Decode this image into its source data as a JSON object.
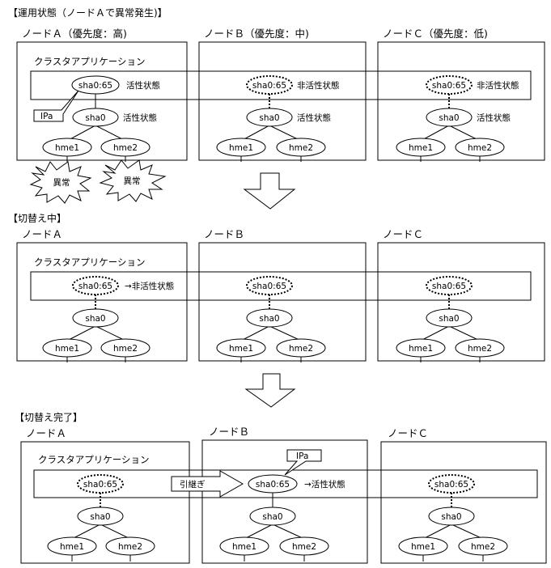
{
  "sections": [
    {
      "title": "【運用状態（ノードＡで異常発生)】",
      "nodes": [
        {
          "label": "ノードＡ（優先度：高)",
          "virtual_state": "活性状態",
          "phys_state": "活性状態"
        },
        {
          "label": "ノードＢ（優先度：中)",
          "virtual_state": "非活性状態",
          "phys_state": "活性状態"
        },
        {
          "label": "ノードＣ（優先度：低)",
          "virtual_state": "非活性状態",
          "phys_state": "活性状態"
        }
      ],
      "cluster_label": "クラスタアプリケーション",
      "ip_label": "IPa",
      "error_labels": [
        "異常",
        "異常"
      ]
    },
    {
      "title": "【切替え中】",
      "nodes": [
        {
          "label": "ノードＡ",
          "virtual_state": "→非活性状態"
        },
        {
          "label": "ノードＢ"
        },
        {
          "label": "ノードＣ"
        }
      ],
      "cluster_label": "クラスタアプリケーション"
    },
    {
      "title": "【切替え完了】",
      "nodes": [
        {
          "label": "ノードＡ"
        },
        {
          "label": "ノードＢ",
          "virtual_state": "→活性状態"
        },
        {
          "label": "ノードＣ"
        }
      ],
      "cluster_label": "クラスタアプリケーション",
      "ip_label": "IPa",
      "takeover_label": "引継ぎ"
    }
  ],
  "interfaces": {
    "virtual": "sha0:65",
    "physical": "sha0",
    "nics": [
      "hme1",
      "hme2"
    ]
  }
}
